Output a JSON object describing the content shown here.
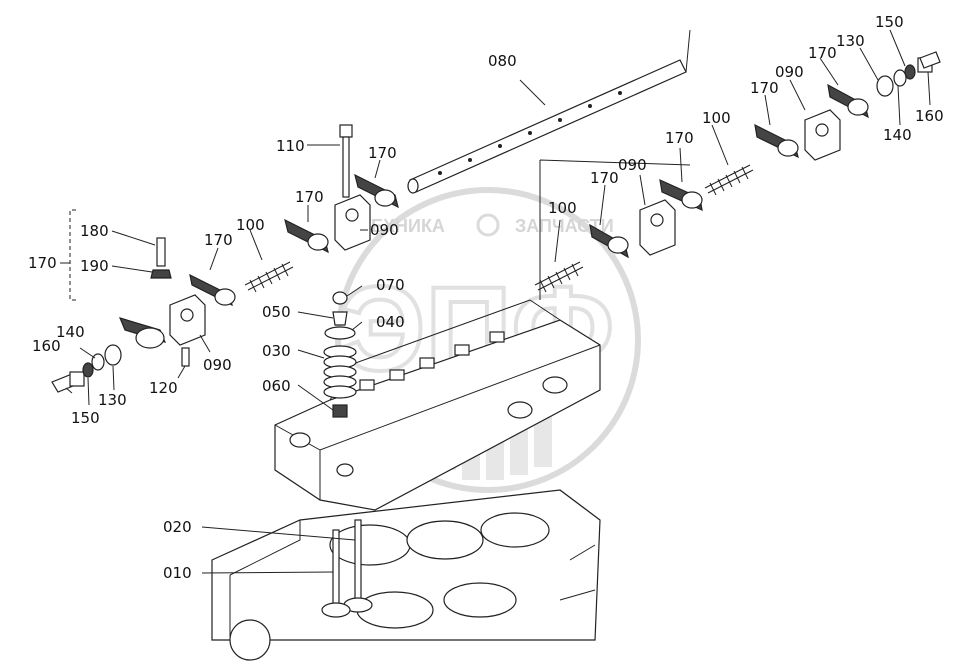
{
  "diagram": {
    "watermark": {
      "left_text": "ТЕХНИКА",
      "right_text": "ЗАПЧАСТИ",
      "logo_letters": "ЭПФ"
    },
    "labels": [
      {
        "id": "l080",
        "text": "080"
      },
      {
        "id": "l110",
        "text": "110"
      },
      {
        "id": "l170a",
        "text": "170"
      },
      {
        "id": "l170b",
        "text": "170"
      },
      {
        "id": "l170c",
        "text": "170"
      },
      {
        "id": "l170d",
        "text": "170"
      },
      {
        "id": "l170e",
        "text": "170"
      },
      {
        "id": "l170f",
        "text": "170"
      },
      {
        "id": "l170g",
        "text": "170"
      },
      {
        "id": "l170h",
        "text": "170"
      },
      {
        "id": "l090a",
        "text": "090"
      },
      {
        "id": "l090b",
        "text": "090"
      },
      {
        "id": "l090c",
        "text": "090"
      },
      {
        "id": "l090d",
        "text": "090"
      },
      {
        "id": "l100a",
        "text": "100"
      },
      {
        "id": "l100b",
        "text": "100"
      },
      {
        "id": "l100c",
        "text": "100"
      },
      {
        "id": "l180",
        "text": "180"
      },
      {
        "id": "l190",
        "text": "190"
      },
      {
        "id": "l160a",
        "text": "160"
      },
      {
        "id": "l160b",
        "text": "160"
      },
      {
        "id": "l140a",
        "text": "140"
      },
      {
        "id": "l140b",
        "text": "140"
      },
      {
        "id": "l150a",
        "text": "150"
      },
      {
        "id": "l150b",
        "text": "150"
      },
      {
        "id": "l130a",
        "text": "130"
      },
      {
        "id": "l130b",
        "text": "130"
      },
      {
        "id": "l120",
        "text": "120"
      },
      {
        "id": "l070",
        "text": "070"
      },
      {
        "id": "l050",
        "text": "050"
      },
      {
        "id": "l040",
        "text": "040"
      },
      {
        "id": "l030",
        "text": "030"
      },
      {
        "id": "l060",
        "text": "060"
      },
      {
        "id": "l020",
        "text": "020"
      },
      {
        "id": "l010",
        "text": "010"
      }
    ]
  }
}
